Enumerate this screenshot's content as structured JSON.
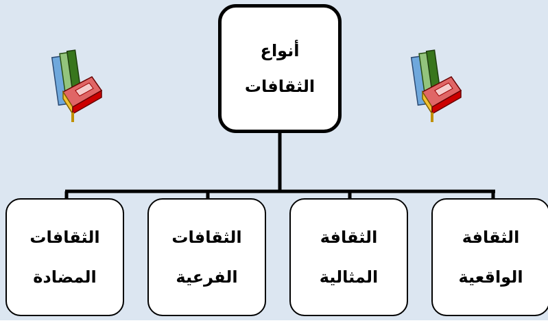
{
  "diagram": {
    "root": {
      "line1": "أنواع",
      "line2": "الثقافات"
    },
    "children": [
      {
        "line1": "الثقافات",
        "line2": "المضادة"
      },
      {
        "line1": "الثقافات",
        "line2": "الفرعية"
      },
      {
        "line1": "الثقافة",
        "line2": "المثالية"
      },
      {
        "line1": "الثقافة",
        "line2": "الواقعية"
      }
    ]
  },
  "colors": {
    "background": "#dce6f1",
    "box_fill": "#ffffff",
    "border": "#000000"
  },
  "icons": {
    "left": "books-icon",
    "right": "books-icon"
  }
}
